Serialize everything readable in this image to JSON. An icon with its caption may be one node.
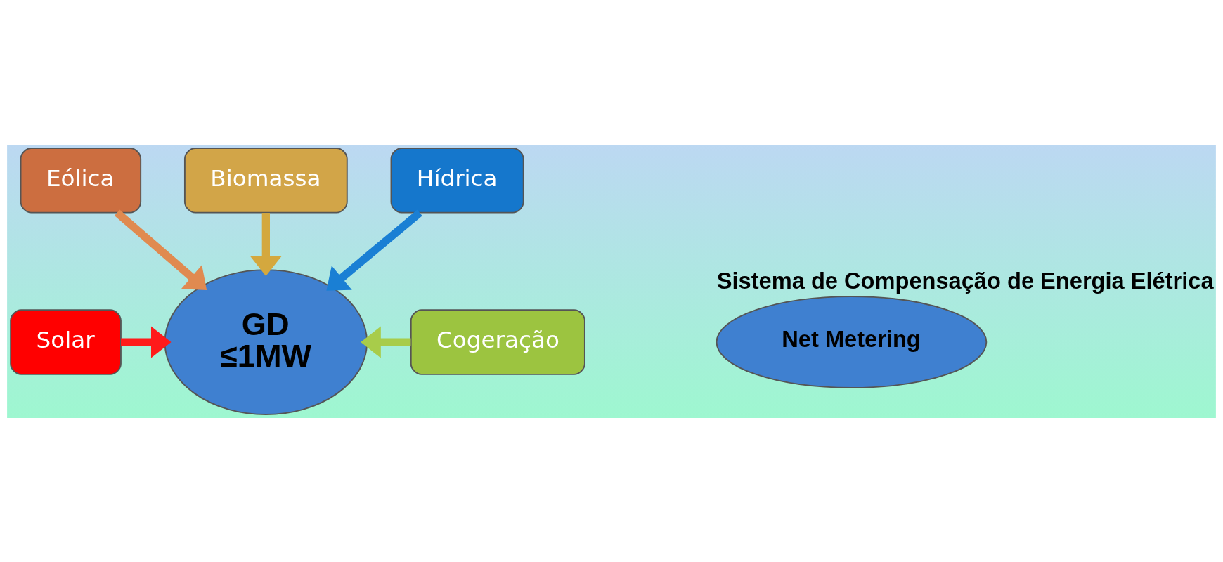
{
  "diagram": {
    "nodes": [
      {
        "text": [
          "Biomassa"
        ]
      },
      {
        "text": [
          "Eólica"
        ]
      },
      {
        "text": [
          "Hídrica"
        ]
      },
      {
        "text": [
          "Solar"
        ]
      },
      {
        "text": [
          "GD",
          "≤1MW"
        ]
      },
      {
        "text": [
          "Cogeração"
        ]
      },
      {
        "text": [
          "Net Metering"
        ],
        "beside": [
          "Sistema de Compensação de Energia Elétrica"
        ]
      }
    ],
    "edges": [
      {
        "from": 0,
        "to": 4,
        "arrow": "to",
        "color": "#d4a83e"
      },
      {
        "from": 1,
        "to": 4,
        "arrow": "to",
        "color": "#e08a50"
      },
      {
        "from": 2,
        "to": 4,
        "arrow": "to",
        "color": "#1a7fd4"
      },
      {
        "from": 3,
        "to": 4,
        "arrow": "to",
        "color": "#ff1a1a"
      },
      {
        "from": 5,
        "to": 4,
        "arrow": "to",
        "color": "#a8cc4a"
      }
    ]
  }
}
